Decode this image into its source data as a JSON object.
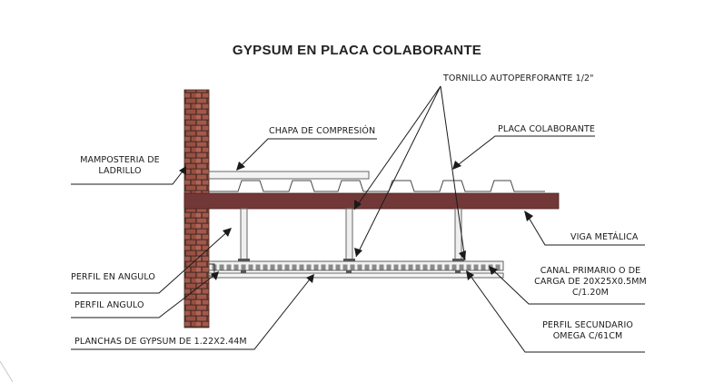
{
  "title": "GYPSUM EN PLACA COLABORANTE",
  "labels": {
    "tornillo": "TORNILLO AUTOPERFORANTE 1/2\"",
    "chapa": "CHAPA DE COMPRESIÓN",
    "placa": "PLACA COLABORANTE",
    "mamposteria_1": "MAMPOSTERIA DE",
    "mamposteria_2": "LADRILLO",
    "viga": "VIGA METÁLICA",
    "perfil_en_angulo": "PERFIL EN ANGULO",
    "perfil_angulo": "PERFIL  ANGULO",
    "canal_1": "CANAL PRIMARIO O DE",
    "canal_2": "CARGA DE 20X25X0.5MM",
    "canal_3": "C/1.20M",
    "planchas": "PLANCHAS DE GYPSUM DE 1.22X2.44M",
    "secundario_1": "PERFIL SECUNDARIO",
    "secundario_2": "OMEGA C/61CM"
  },
  "colors": {
    "brick": "#a4584a",
    "mortar": "#3d2a24",
    "beam": "#723838",
    "line": "#1a1a1a",
    "channel": "#6f6f6f"
  }
}
